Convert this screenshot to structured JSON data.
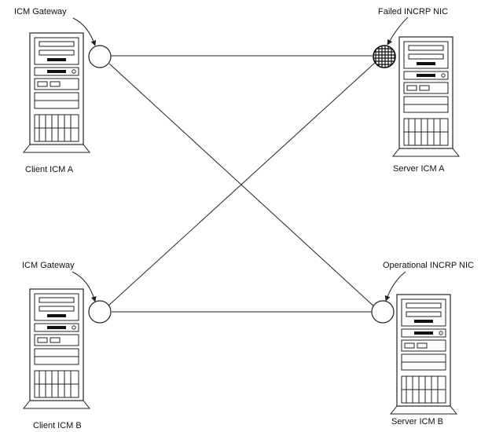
{
  "diagram": {
    "nodes": {
      "client_a": {
        "label": "Client ICM A"
      },
      "server_a": {
        "label": "Server ICM A"
      },
      "client_b": {
        "label": "Client ICM B"
      },
      "server_b": {
        "label": "Server ICM B"
      }
    },
    "nics": {
      "client_a_gateway": {
        "label": "ICM Gateway",
        "status": "operational"
      },
      "server_a_nic": {
        "label": "Failed INCRP NIC",
        "status": "failed"
      },
      "client_b_gateway": {
        "label": "ICM Gateway",
        "status": "operational"
      },
      "server_b_nic": {
        "label": "Operational INCRP NIC",
        "status": "operational"
      }
    },
    "links": [
      {
        "from": "client_a_gateway",
        "to": "server_a_nic"
      },
      {
        "from": "client_a_gateway",
        "to": "server_b_nic"
      },
      {
        "from": "client_b_gateway",
        "to": "server_a_nic"
      },
      {
        "from": "client_b_gateway",
        "to": "server_b_nic"
      }
    ],
    "colors": {
      "stroke": "#222222",
      "fill": "#ffffff",
      "failed_fill": "#1a1a1a"
    }
  }
}
